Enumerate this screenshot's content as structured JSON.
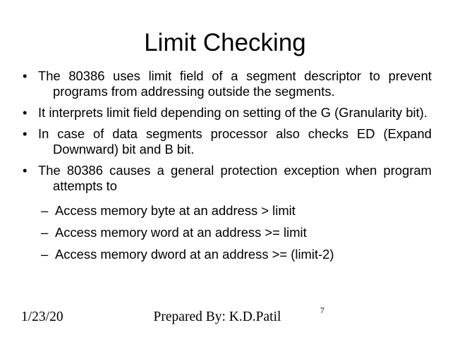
{
  "title": "Limit Checking",
  "markers": {
    "bullet": "•",
    "dash": "–"
  },
  "body": {
    "paragraphs": [
      {
        "lines": [
          "The 80386 uses limit field of a segment descriptor to prevent",
          "programs from addressing outside the segments."
        ]
      },
      {
        "lines": [
          "It interprets limit field depending on setting of the G (Granularity bit)."
        ]
      },
      {
        "lines": [
          "In case of data segments processor also checks ED (Expand",
          "Downward) bit and B bit."
        ]
      },
      {
        "lines": [
          "The 80386 causes a general protection exception when program",
          "attempts to"
        ]
      },
      {
        "lines": [
          "Access memory byte at an address > limit"
        ]
      },
      {
        "lines": [
          "Access memory word at an address >= limit"
        ]
      },
      {
        "lines": [
          "Access memory dword at an address >= (limit-2)"
        ]
      }
    ]
  },
  "footer": {
    "date": "1/23/20",
    "author": "Prepared By: K.D.Patil",
    "page": "7"
  },
  "colors": {
    "text": "#000000",
    "background": "#ffffff"
  }
}
